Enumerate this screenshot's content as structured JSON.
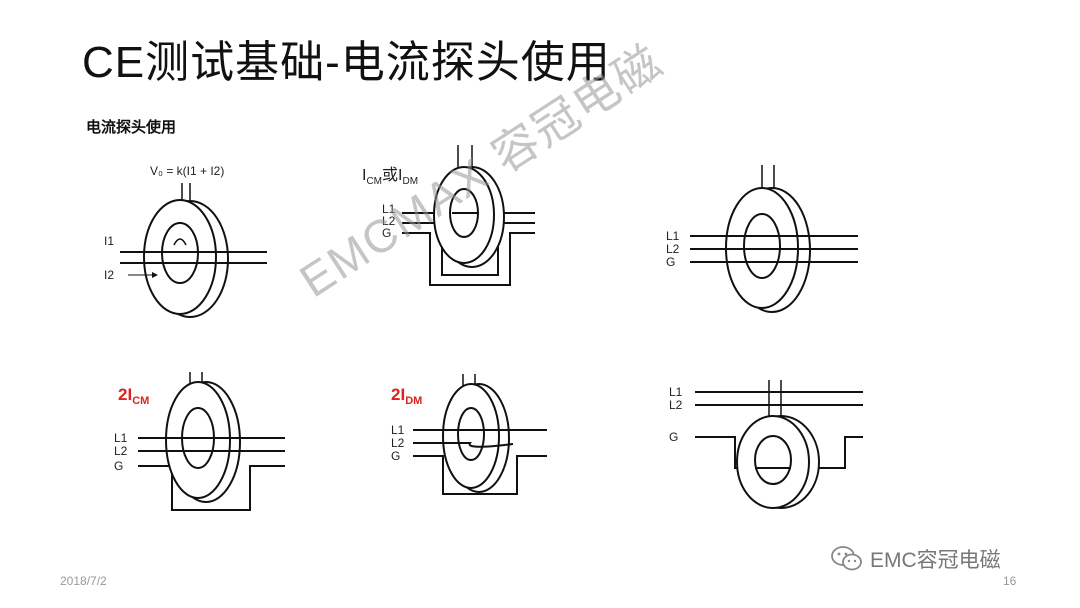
{
  "slide": {
    "title": "CE测试基础-电流探头使用",
    "subtitle": "电流探头使用",
    "watermark": "EMCMAX 容冠电磁",
    "date": "2018/7/2",
    "page_number": "16",
    "wechat_label": "EMC容冠电磁"
  },
  "figures": {
    "fig1": {
      "equation": "V₀ = k(I1 + I2)",
      "label_i1": "I1",
      "label_i2": "I2"
    },
    "fig2": {
      "label_main": "I",
      "label_sub1": "CM",
      "label_or": "或I",
      "label_sub2": "DM",
      "l1": "L1",
      "l2": "L2",
      "g": "G"
    },
    "fig3": {
      "l1": "L1",
      "l2": "L2",
      "g": "G"
    },
    "fig4": {
      "red_main": "2I",
      "red_sub": "CM",
      "l1": "L1",
      "l2": "L2",
      "g": "G"
    },
    "fig5": {
      "red_main": "2I",
      "red_sub": "DM",
      "l1": "L1",
      "l2": "L2",
      "g": "G"
    },
    "fig6": {
      "l1": "L1",
      "l2": "L2",
      "g": "G"
    }
  },
  "colors": {
    "accent_red": "#e0221c",
    "line": "#111111",
    "watermark": "#969696"
  }
}
